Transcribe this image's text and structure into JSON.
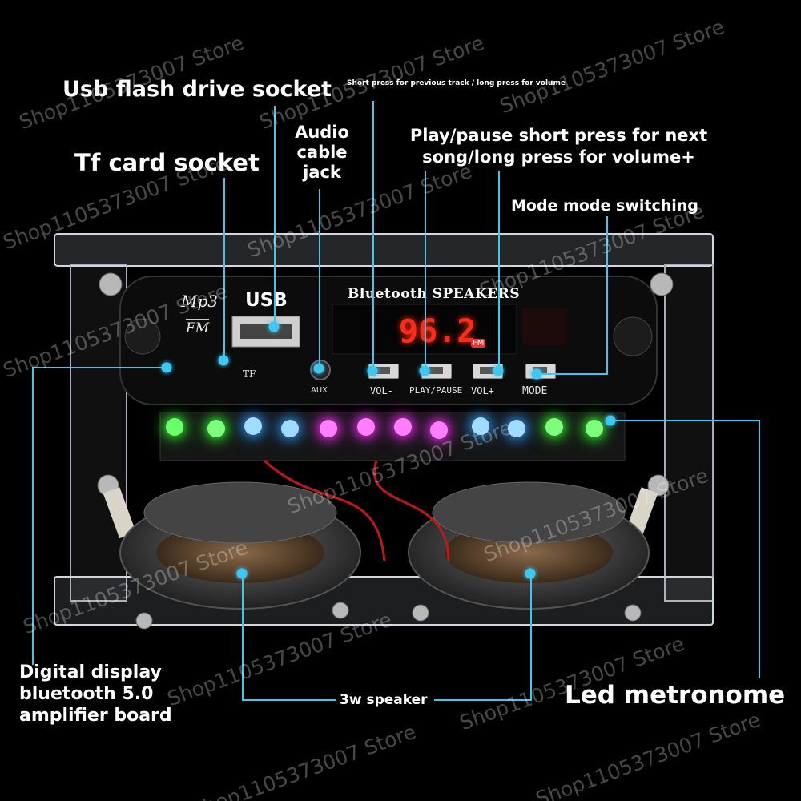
{
  "callouts": {
    "usb_socket": "Usb flash drive socket",
    "prev_track": "Short press for previous track / long press for volume",
    "audio_jack": "Audio cable jack",
    "play_pause": "Play/pause short press for next song/long press for volume+",
    "tf_socket": "Tf card socket",
    "mode_switch": "Mode mode switching",
    "board": "Digital display bluetooth 5.0 amplifier board",
    "speaker": "3w speaker",
    "led": "Led metronome"
  },
  "panel": {
    "mp3": "Mp3",
    "fm": "FM",
    "usb": "USB",
    "brand": "Bluetooth SPEAKERS",
    "display": "96.2",
    "fm_badge": "FM",
    "tf": "TF",
    "aux": "AUX",
    "btn_vol_minus": "VOL-",
    "btn_play": "PLAY/PAUSE",
    "btn_vol_plus": "VOL+",
    "btn_mode": "MODE"
  },
  "watermark": "Shop1105373007 Store",
  "colors": {
    "accent": "#3ec7f0",
    "display": "#ff2a1a"
  }
}
